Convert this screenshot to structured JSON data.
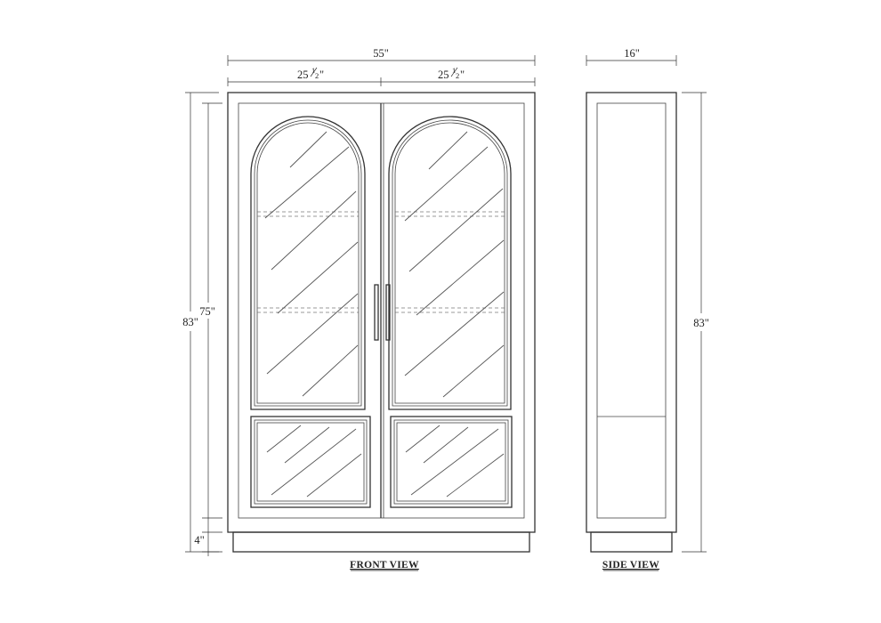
{
  "dimensions": {
    "overall_width": "55\"",
    "door_width_left_whole": "25",
    "door_width_right_whole": "25",
    "door_width_fraction_num": "1",
    "door_width_fraction_den": "2",
    "inch_mark": "\"",
    "side_depth": "16\"",
    "front_height_total": "83\"",
    "front_height_body": "75\"",
    "base_height": "4\"",
    "side_height_total": "83\""
  },
  "labels": {
    "front_view": "FRONT  VIEW",
    "side_view": "SIDE  VIEW"
  }
}
